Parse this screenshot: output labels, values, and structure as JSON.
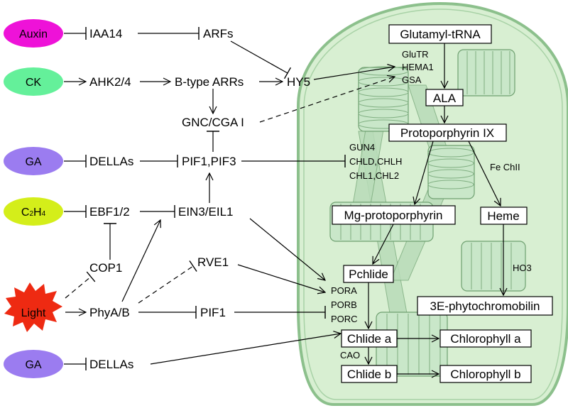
{
  "hormones": {
    "auxin": "Auxin",
    "ck": "CK",
    "ga1": "GA",
    "c2h4_main": "C",
    "c2h4_sub2": "2",
    "c2h4_h": "H",
    "c2h4_sub4": "4",
    "light": "Light",
    "ga2": "GA"
  },
  "hormone_colors": {
    "auxin": "#ee12d8",
    "ck": "#64f09a",
    "ga": "#9b7cf0",
    "c2h4": "#d4ee1a",
    "light": "#ee2a12"
  },
  "nodes": {
    "iaa14": "IAA14",
    "arfs": "ARFs",
    "ahk": "AHK2/4",
    "barrs": "B-type ARRs",
    "hy5": "HY5",
    "gnc": "GNC/CGA I",
    "dellas1": "DELLAs",
    "pif13": "PIF1,PIF3",
    "ebf": "EBF1/2",
    "ein3": "EIN3/EIL1",
    "cop1": "COP1",
    "rve1": "RVE1",
    "phyab": "PhyA/B",
    "pif1": "PIF1",
    "dellas2": "DELLAs"
  },
  "chloroplast": {
    "glutamyl": "Glutamyl-tRNA",
    "glutr": "GluTR",
    "hema1": "HEMA1",
    "gsa": "GSA",
    "ala": "ALA",
    "proto": "Protoporphyrin IX",
    "gun4": "GUN4",
    "chld": "CHLD,CHLH",
    "chl1": "CHL1,CHL2",
    "fechii": "Fe ChII",
    "mgproto": "Mg-protoporphyrin",
    "heme": "Heme",
    "pchlide": "Pchlide",
    "ho3": "HO3",
    "pora": "PORA",
    "porb": "PORB",
    "porc": "PORC",
    "phyto": "3E-phytochromobilin",
    "chlidea": "Chlide a",
    "chla": "Chlorophyll a",
    "cao": "CAO",
    "chlideb": "Chlide b",
    "chlb": "Chlorophyll b"
  },
  "colors": {
    "chloroplast_fill": "#d8efd2",
    "chloroplast_border": "#8cc08c",
    "thylakoid": "#c9e7c9"
  }
}
